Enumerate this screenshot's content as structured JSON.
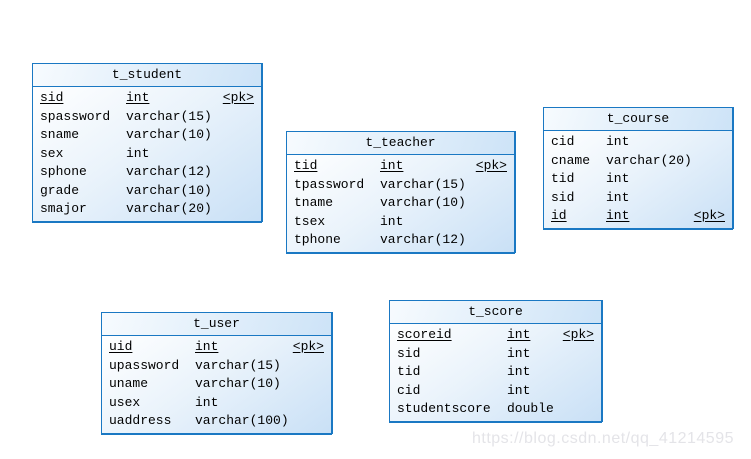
{
  "colors": {
    "border": "#1a78c3",
    "header-from": "#f7fbfe",
    "header-to": "#cde3f7",
    "body-from": "#ffffff",
    "body-to": "#c9e0f6",
    "text": "#000000",
    "watermark": "#e4e4e8"
  },
  "watermark": "https://blog.csdn.net/qq_41214595",
  "tables": [
    {
      "name": "t_student",
      "columns": [
        {
          "field": "sid",
          "type": "int",
          "pk": "<pk>"
        },
        {
          "field": "spassword",
          "type": "varchar(15)"
        },
        {
          "field": "sname",
          "type": "varchar(10)"
        },
        {
          "field": "sex",
          "type": "int"
        },
        {
          "field": "sphone",
          "type": "varchar(12)"
        },
        {
          "field": "grade",
          "type": "varchar(10)"
        },
        {
          "field": "smajor",
          "type": "varchar(20)"
        }
      ]
    },
    {
      "name": "t_teacher",
      "columns": [
        {
          "field": "tid",
          "type": "int",
          "pk": "<pk>"
        },
        {
          "field": "tpassword",
          "type": "varchar(15)"
        },
        {
          "field": "tname",
          "type": "varchar(10)"
        },
        {
          "field": "tsex",
          "type": "int"
        },
        {
          "field": "tphone",
          "type": "varchar(12)"
        }
      ]
    },
    {
      "name": "t_course",
      "columns": [
        {
          "field": "cid",
          "type": "int"
        },
        {
          "field": "cname",
          "type": "varchar(20)"
        },
        {
          "field": "tid",
          "type": "int"
        },
        {
          "field": "sid",
          "type": "int"
        },
        {
          "field": "id",
          "type": "int",
          "pk": "<pk>"
        }
      ]
    },
    {
      "name": "t_user",
      "columns": [
        {
          "field": "uid",
          "type": "int",
          "pk": "<pk>"
        },
        {
          "field": "upassword",
          "type": "varchar(15)"
        },
        {
          "field": "uname",
          "type": "varchar(10)"
        },
        {
          "field": "usex",
          "type": "int"
        },
        {
          "field": "uaddress",
          "type": "varchar(100)"
        }
      ]
    },
    {
      "name": "t_score",
      "columns": [
        {
          "field": "scoreid",
          "type": "int",
          "pk": "<pk>"
        },
        {
          "field": "sid",
          "type": "int"
        },
        {
          "field": "tid",
          "type": "int"
        },
        {
          "field": "cid",
          "type": "int"
        },
        {
          "field": "studentscore",
          "type": "double"
        }
      ]
    }
  ]
}
